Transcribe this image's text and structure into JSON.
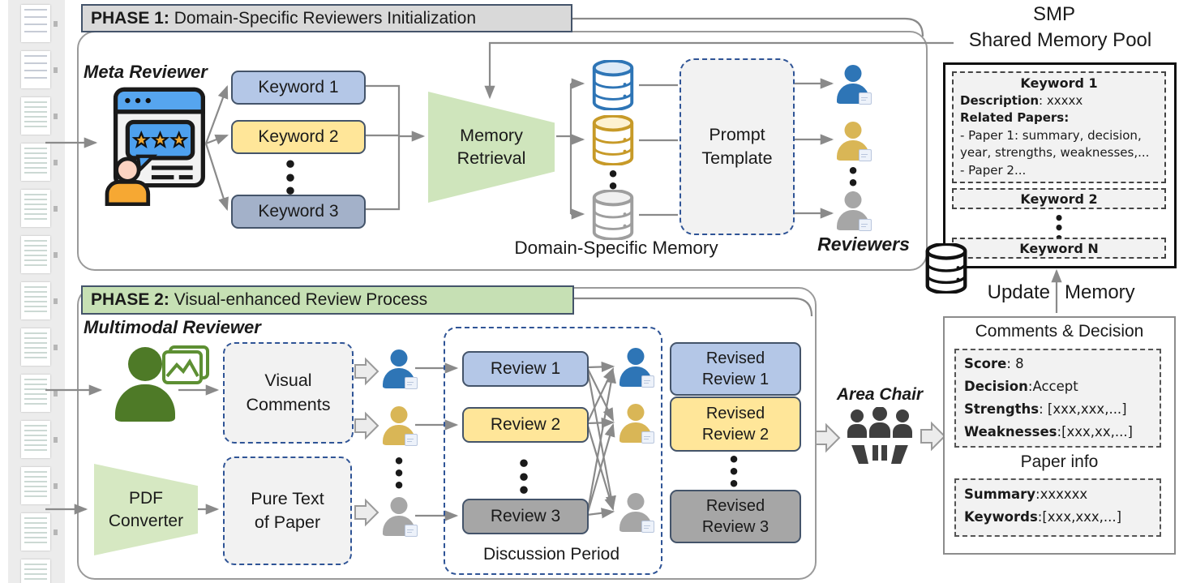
{
  "sidebar": {
    "type": "pdf-page-thumbnails",
    "visible_pages": 13
  },
  "colors": {
    "accent_blue": "#2e75b6",
    "accent_gold": "#d9b656",
    "accent_gray": "#a6a6a6",
    "accent_green_dark": "#4e7a27",
    "keyword1_fill": "#b4c7e7",
    "keyword2_fill": "#ffe699",
    "keyword3_fill": "#a3b1c9",
    "review3_fill": "#a6a6a6",
    "phase1_header_fill": "#d9d9d9",
    "phase2_header_fill": "#c6e0b4",
    "trapezoid_fill": "#cfe5bc",
    "panel_fill": "#f2f2f2",
    "dashed_border_blue": "#2f5496",
    "wire_gray": "#8a8a8a"
  },
  "icons": {
    "meta_reviewer": "review-window-icon",
    "multimodal_reviewer": "person-with-images-icon",
    "reviewer": "person-with-note-icon",
    "memory": "database-cylinder-icon",
    "area_chair": "meeting-table-icon",
    "flow": "block-arrow-icon"
  },
  "phase1": {
    "header_label": "PHASE 1:",
    "header_title": " Domain-Specific Reviewers Initialization",
    "meta_reviewer_label": "Meta Reviewer",
    "keyword1": "Keyword 1",
    "keyword2": "Keyword 2",
    "keyword3": "Keyword 3",
    "memory_retrieval": "Memory Retrieval",
    "domain_memory_label": "Domain-Specific Memory",
    "prompt_template": "Prompt Template",
    "reviewers_label": "Reviewers"
  },
  "smp": {
    "abbr": "SMP",
    "name": "Shared Memory Pool",
    "entry1_title": "Keyword 1",
    "entry1_desc_label": "Description",
    "entry1_desc_value": ": xxxxx",
    "entry1_related_label": "Related Papers:",
    "entry1_paper1_line1": "- Paper 1: summary, decision,",
    "entry1_paper1_line2": "year, strengths, weaknesses,...",
    "entry1_paper2": "- Paper 2...",
    "entry2_title": "Keyword 2",
    "entryN_title": "Keyword N",
    "update_word1": "Update",
    "update_word2": "Memory"
  },
  "phase2": {
    "header_label": "PHASE 2:",
    "header_title": " Visual-enhanced Review Process",
    "multimodal_label": "Multimodal Reviewer",
    "visual_comments": "Visual Comments",
    "pdf_converter": "PDF Converter",
    "pure_text": "Pure Text of Paper",
    "review1": "Review 1",
    "review2": "Review 2",
    "review3": "Review 3",
    "discussion_label": "Discussion Period",
    "revised1": "Revised Review 1",
    "revised2": "Revised Review 2",
    "revised3": "Revised Review 3",
    "area_chair_label": "Area Chair"
  },
  "decision": {
    "title": "Comments & Decision",
    "score_label": "Score",
    "score_value": ": 8",
    "decision_label": "Decision",
    "decision_value": ":Accept",
    "strengths_label": "Strengths",
    "strengths_value": ": [xxx,xxx,...]",
    "weaknesses_label": "Weaknesses",
    "weaknesses_value": ":[xxx,xx,...]",
    "paper_title": "Paper info",
    "summary_label": "Summary",
    "summary_value": ":xxxxxx",
    "keywords_label": "Keywords",
    "keywords_value": ":[xxx,xxx,...]"
  }
}
